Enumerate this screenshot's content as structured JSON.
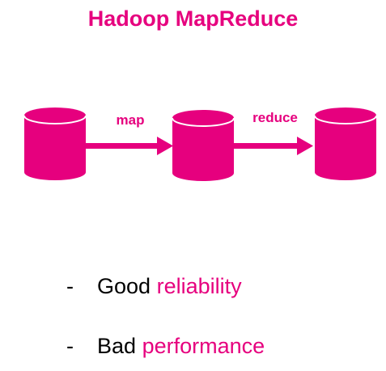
{
  "title": "Hadoop MapReduce",
  "colors": {
    "accent": "#e6007e",
    "text": "#000000",
    "background": "#ffffff"
  },
  "diagram": {
    "nodes": [
      {
        "name": "cylinder-icon"
      },
      {
        "name": "cylinder-icon"
      },
      {
        "name": "cylinder-icon"
      }
    ],
    "edges": [
      {
        "label": "map"
      },
      {
        "label": "reduce"
      }
    ]
  },
  "bullets": [
    {
      "dash": "-",
      "prefix": "Good",
      "highlight": "reliability"
    },
    {
      "dash": "-",
      "prefix": "Bad",
      "highlight": "performance"
    }
  ]
}
